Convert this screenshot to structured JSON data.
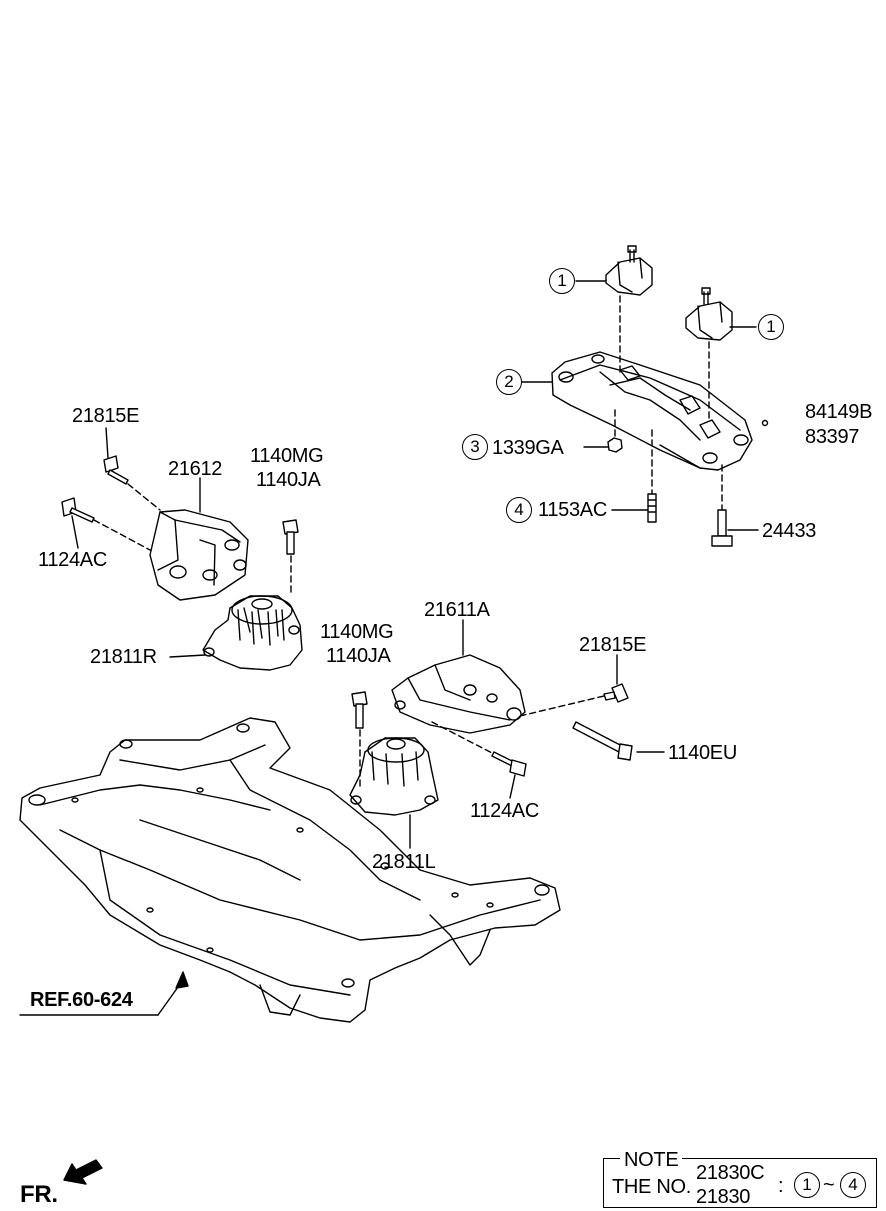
{
  "callouts": {
    "c1_top": "1",
    "c1_right": "1",
    "c2": "2",
    "c3": "3",
    "c4": "4",
    "note_c1": "1",
    "note_c4": "4"
  },
  "parts": {
    "p84149B": "84149B",
    "p83397": "83397",
    "p1339GA": "1339GA",
    "p1153AC": "1153AC",
    "p24433": "24433",
    "p21815E_top": "21815E",
    "p21612": "21612",
    "p1140MG_a": "1140MG",
    "p1140JA_a": "1140JA",
    "p1124AC_a": "1124AC",
    "p21811R": "21811R",
    "p21611A": "21611A",
    "p21815E_right": "21815E",
    "p1140MG_b": "1140MG",
    "p1140JA_b": "1140JA",
    "p1140EU": "1140EU",
    "p1124AC_b": "1124AC",
    "p21811L": "21811L"
  },
  "ref": "REF.60-624",
  "fr": "FR.",
  "note": {
    "title": "NOTE",
    "the_no": "THE NO.",
    "code_a": "21830C",
    "code_b": "21830",
    "colon": ":",
    "tilde": "~"
  }
}
